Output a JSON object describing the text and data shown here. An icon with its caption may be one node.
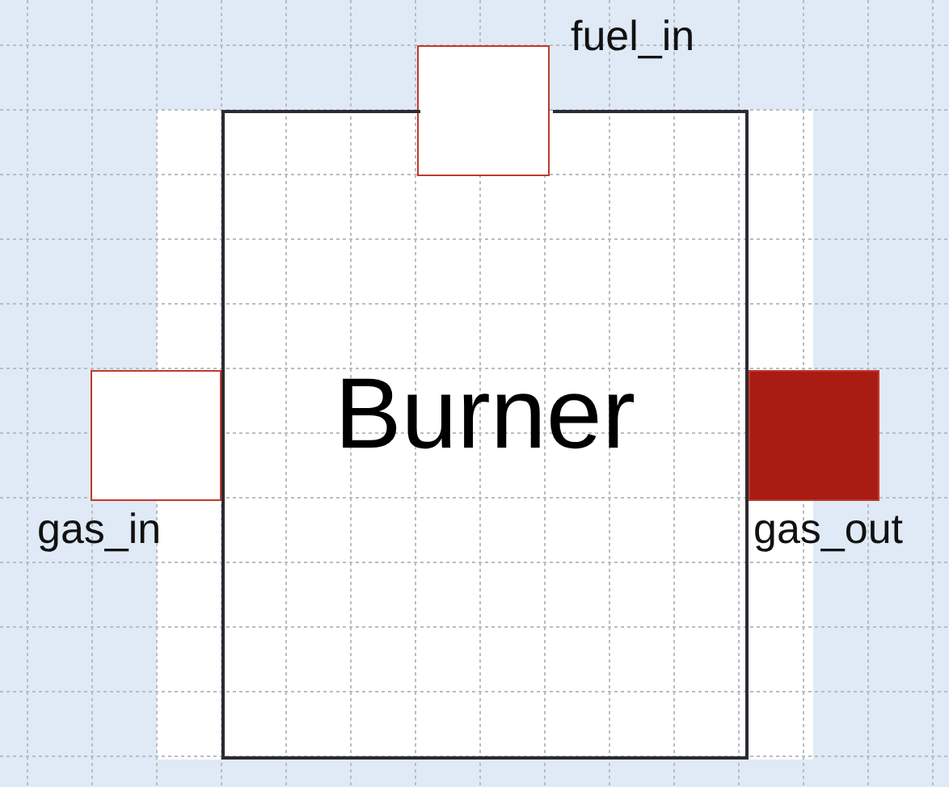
{
  "diagram": {
    "nodes": [
      {
        "text": [
          "Burner"
        ]
      },
      {
        "text": [
          "fuel_in"
        ]
      },
      {
        "text": [
          "gas_in"
        ]
      },
      {
        "text": [
          "gas_out"
        ]
      }
    ]
  }
}
